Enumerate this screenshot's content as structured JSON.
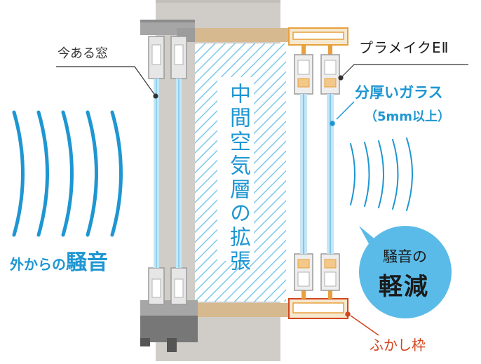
{
  "labels": {
    "existing_window": "今ある窓",
    "product_name": "プラメイクEⅡ",
    "thick_glass": "分厚いガラス",
    "thick_glass_sub": "（5mm以上）",
    "air_layer": "中間空気層の拡張",
    "outside_noise_small": "外からの",
    "outside_noise_big": "騒音",
    "reduction_line1": "騒音の",
    "reduction_line2": "軽減",
    "extension_frame": "ふかし枠"
  },
  "colors": {
    "accent_blue": "#1e96d2",
    "light_blue": "#7ec8ea",
    "bubble_blue": "#5bbbe8",
    "wall_gray": "#d0cdc8",
    "wall_dark": "#c2bfba",
    "wood": "#d7b98f",
    "frame_orange": "#e8a03c",
    "frame_red": "#d2461e",
    "glass": "#c6e6f6"
  },
  "icons": {
    "sound_waves_outside": "sound-waves-outside-icon",
    "sound_waves_inside": "sound-waves-inside-icon"
  }
}
